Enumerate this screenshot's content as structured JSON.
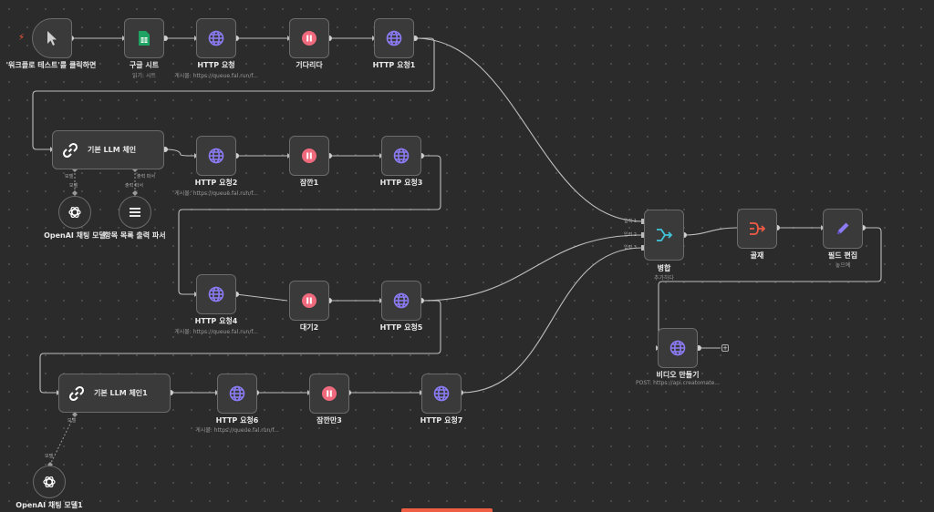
{
  "canvas": {
    "trigger_node": {
      "title": "'워크플로 테스트'를 클릭하면",
      "icon": "cursor-icon"
    },
    "nodes": {
      "sheets": {
        "title": "구글 시트",
        "subtitle": "읽기: 시트",
        "icon": "google-sheets-icon"
      },
      "http1": {
        "title": "HTTP 요청",
        "subtitle": "게시물: https://queue.fal.run/f...",
        "icon": "globe-icon"
      },
      "wait1": {
        "title": "기다리다",
        "icon": "pause-icon"
      },
      "http2": {
        "title": "HTTP 요청1",
        "icon": "globe-icon"
      },
      "llm1": {
        "title": "기본 LLM 체인",
        "icon": "chain-link-icon",
        "port_model": "모델",
        "port_parser": "출력 파서"
      },
      "openai1": {
        "title": "OpenAI 채팅 모델",
        "icon": "openai-icon"
      },
      "parser": {
        "title": "항목 목록 출력 파서",
        "icon": "list-icon"
      },
      "http3": {
        "title": "HTTP 요청2",
        "subtitle": "게시물: https://queue.fal.run/f...",
        "icon": "globe-icon"
      },
      "wait2": {
        "title": "잠깐1",
        "icon": "pause-icon"
      },
      "http4": {
        "title": "HTTP 요청3",
        "icon": "globe-icon"
      },
      "http5": {
        "title": "HTTP 요청4",
        "subtitle": "게시물: https://queue.fal.run/f...",
        "icon": "globe-icon"
      },
      "wait3": {
        "title": "대기2",
        "icon": "pause-icon"
      },
      "http6": {
        "title": "HTTP 요청5",
        "icon": "globe-icon"
      },
      "llm2": {
        "title": "기본 LLM 체인1",
        "icon": "chain-link-icon",
        "port_model": "모델"
      },
      "openai2": {
        "title": "OpenAI 채팅 모델1",
        "icon": "openai-icon"
      },
      "http7": {
        "title": "HTTP 요청6",
        "subtitle": "게시물: https://queue.fal.run/f...",
        "icon": "globe-icon"
      },
      "wait4": {
        "title": "잠깐만3",
        "icon": "pause-icon"
      },
      "http8": {
        "title": "HTTP 요청7",
        "icon": "globe-icon"
      },
      "merge": {
        "title": "병합",
        "subtitle": "추가하다",
        "icon": "merge-icon",
        "inputs": [
          "입력 1",
          "입력 2",
          "입력 3"
        ]
      },
      "aggregate": {
        "title": "골재",
        "icon": "aggregate-icon"
      },
      "edit_fields": {
        "title": "필드 편집",
        "subtitle": "놓으에",
        "icon": "pencil-icon"
      },
      "video": {
        "title": "비디오 만들기",
        "subtitle": "POST: https://api.creatomate...",
        "icon": "globe-icon"
      }
    }
  },
  "colors": {
    "accent_trigger": "#ff5a3c",
    "globe": "#8b7cf6",
    "wait": "#f06a7e",
    "sheets": "#1ea362",
    "merge": "#40c4d8",
    "aggregate": "#ef5a45",
    "pencil": "#8b7cf6",
    "edge": "#bdbdbd"
  }
}
